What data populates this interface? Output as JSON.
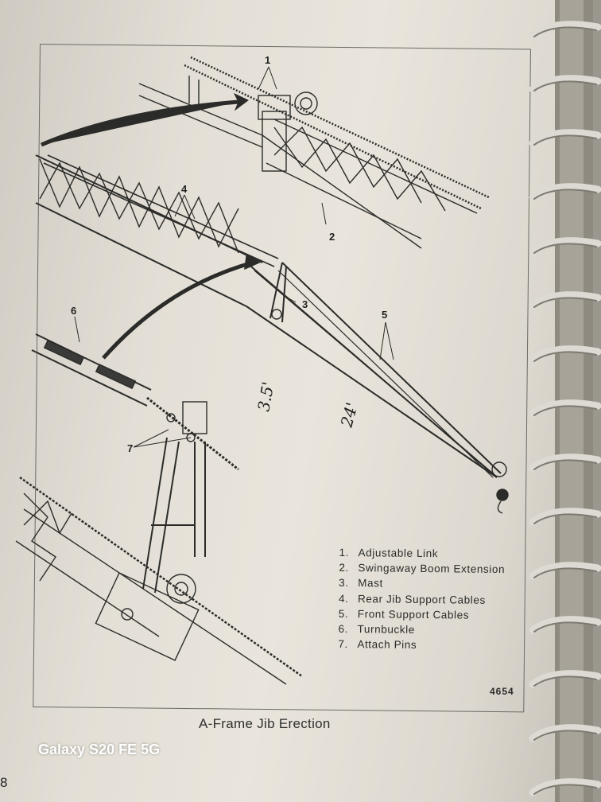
{
  "figure": {
    "caption": "A-Frame Jib Erection",
    "figure_number": "4654",
    "callouts": [
      "1",
      "2",
      "3",
      "4",
      "5",
      "6",
      "7"
    ],
    "handwritten_notes": [
      "3.5'",
      "24'"
    ]
  },
  "legend": {
    "items": [
      {
        "number": "1.",
        "label": "Adjustable Link"
      },
      {
        "number": "2.",
        "label": "Swingaway Boom Extension"
      },
      {
        "number": "3.",
        "label": "Mast"
      },
      {
        "number": "4.",
        "label": "Rear Jib Support Cables"
      },
      {
        "number": "5.",
        "label": "Front Support Cables"
      },
      {
        "number": "6.",
        "label": "Turnbuckle"
      },
      {
        "number": "7.",
        "label": "Attach Pins"
      }
    ]
  },
  "photo_overlay": {
    "device_watermark": "Galaxy S20 FE 5G",
    "page_number_fragment": "8"
  },
  "colors": {
    "paper": "#e6e2d9",
    "ink": "#2a2a28",
    "binding_metal": "#b9b7b0"
  }
}
